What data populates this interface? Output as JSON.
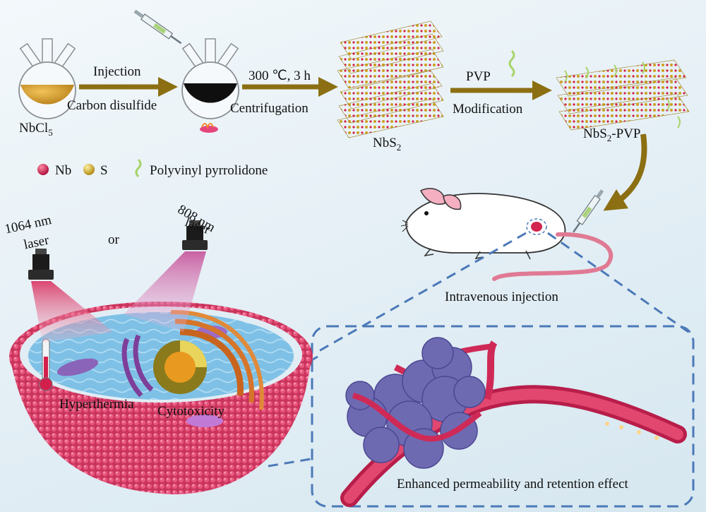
{
  "colors": {
    "arrow": "#8b6f12",
    "nb": "#d21f4b",
    "s": "#c9a020",
    "pvp": "#a7d46a",
    "membrane": "#d8446a",
    "tumor": "#6f6bb3",
    "vessel": "#cf2a57",
    "dash": "#4b79b8"
  },
  "synthesis": {
    "precursor": "NbCl",
    "precursor_sub": "5",
    "step1_top": "Injection",
    "step1_bottom": "Carbon disulfide",
    "step2_top": "300 ℃, 3 h",
    "step2_bottom": "Centrifugation",
    "product": "NbS",
    "product_sub": "2",
    "step3_top": "PVP",
    "step3_bottom": "Modification",
    "final": "NbS",
    "final_sub": "2",
    "final_suffix": "-PVP"
  },
  "legend": {
    "nb": "Nb",
    "s": "S",
    "pvp": "Polyvinyl pyrrolidone"
  },
  "laser": {
    "laser1_line1": "1064 nm",
    "laser1_line2": "laser",
    "or": "or",
    "laser2_line1": "808 nm",
    "laser2_line2": "laser"
  },
  "cell": {
    "hyperthermia": "Hyperthermia",
    "cytotoxicity": "Cytotoxicity"
  },
  "mouse": {
    "caption": "Intravenous injection"
  },
  "tumor": {
    "caption": "Enhanced permeability and retention effect"
  }
}
